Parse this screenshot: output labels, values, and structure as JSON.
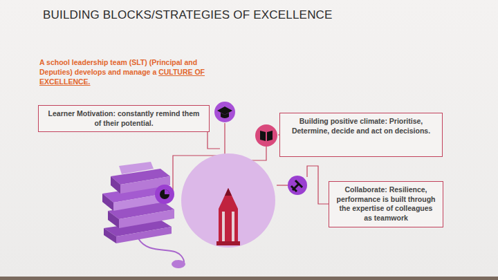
{
  "diagram": {
    "title": "BUILDING BLOCKS/STRATEGIES OF EXCELLENCE",
    "nodes": [
      {
        "text": [
          "Learner Motivation: constantly remind them of their potential."
        ]
      },
      {
        "text": [
          "Building positive climate: Prioritise, Determine, decide and act on decisions."
        ]
      },
      {
        "text": [
          "Collaborate: Resilience, performance is built through the expertise of colleagues as teamwork"
        ]
      }
    ],
    "labels": [
      "A school leadership team (SLT) (Principal and Deputies) develops and manage a",
      "CULTURE OF EXCELLENCE."
    ]
  }
}
